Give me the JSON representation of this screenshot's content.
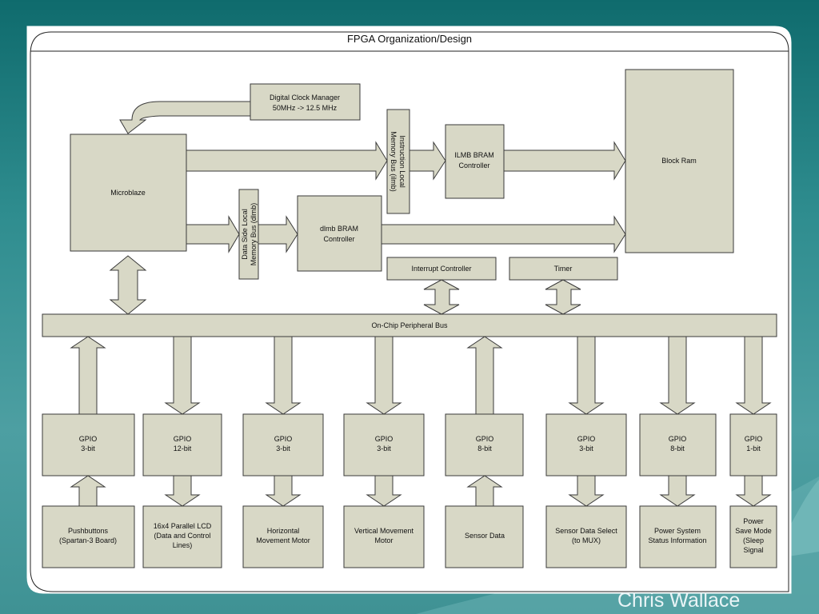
{
  "slide": {
    "title": "FPGA Organization/Design",
    "author": "Chris Wallace"
  },
  "colors": {
    "box_fill": "#d8d8c6",
    "box_stroke": "#3a3a3a",
    "panel_fill": "#ffffff",
    "background": "#2f8d8f"
  },
  "diagram": {
    "dcm": [
      "Digital Clock Manager",
      "50MHz -> 12.5 MHz"
    ],
    "microblaze": "Microblaze",
    "ilmb_bus": [
      "Instruction Local",
      "Memory Bus (ilmb)"
    ],
    "ilmb_ctrl": [
      "ILMB BRAM",
      "Controller"
    ],
    "dlmb_bus": [
      "Data Side Local",
      "Memory Bus (dlmb)"
    ],
    "dlmb_ctrl": [
      "dlmb BRAM",
      "Controller"
    ],
    "block_ram": "Block Ram",
    "interrupt_ctrl": "Interrupt Controller",
    "timer": "Timer",
    "opb": "On-Chip Peripheral Bus",
    "columns": [
      {
        "gpio": [
          "GPIO",
          "3-bit"
        ],
        "device": [
          "Pushbuttons",
          "(Spartan-3 Board)"
        ],
        "direction": "up"
      },
      {
        "gpio": [
          "GPIO",
          "12-bit"
        ],
        "device": [
          "16x4 Parallel LCD",
          "(Data and Control",
          "Lines)"
        ],
        "direction": "down"
      },
      {
        "gpio": [
          "GPIO",
          "3-bit"
        ],
        "device": [
          "Horizontal",
          "Movement Motor"
        ],
        "direction": "down"
      },
      {
        "gpio": [
          "GPIO",
          "3-bit"
        ],
        "device": [
          "Vertical Movement",
          "Motor"
        ],
        "direction": "down"
      },
      {
        "gpio": [
          "GPIO",
          "8-bit"
        ],
        "device": [
          "Sensor Data"
        ],
        "direction": "up"
      },
      {
        "gpio": [
          "GPIO",
          "3-bit"
        ],
        "device": [
          "Sensor Data Select",
          "(to MUX)"
        ],
        "direction": "down"
      },
      {
        "gpio": [
          "GPIO",
          "8-bit"
        ],
        "device": [
          "Power System",
          "Status Information"
        ],
        "direction": "down"
      },
      {
        "gpio": [
          "GPIO",
          "1-bit"
        ],
        "device": [
          "Power",
          "Save Mode",
          "(Sleep",
          "Signal"
        ],
        "direction": "down"
      }
    ]
  }
}
